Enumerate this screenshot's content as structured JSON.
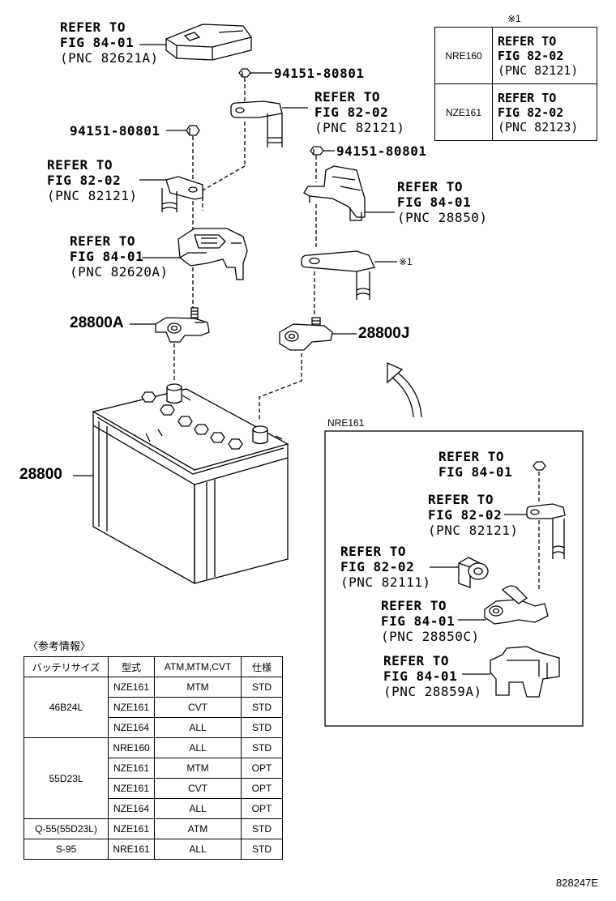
{
  "callouts": {
    "top_refer": {
      "l1": "REFER TO",
      "l2": "FIG 84-01",
      "l3": "(PNC 82621A)"
    },
    "nut1": "94151-80801",
    "upper_mid_refer": {
      "l1": "REFER TO",
      "l2": "FIG 82-02",
      "l3": "(PNC 82121)"
    },
    "nut2": "94151-80801",
    "left_refer": {
      "l1": "REFER TO",
      "l2": "FIG 82-02",
      "l3": "(PNC 82121)"
    },
    "nut3": "94151-80801",
    "right_refer": {
      "l1": "REFER TO",
      "l2": "FIG 84-01",
      "l3": "(PNC 28850)"
    },
    "left_cover_refer": {
      "l1": "REFER TO",
      "l2": "FIG 84-01",
      "l3": "(PNC 82620A)"
    },
    "note_mark": "※1",
    "part_28800A": "28800A",
    "part_28800J": "28800J",
    "part_28800": "28800",
    "diagram_code": "828247E"
  },
  "note_table": {
    "mark": "※1",
    "rows": [
      {
        "model": "NRE160",
        "l1": "REFER TO",
        "l2": "FIG 82-02",
        "l3": "(PNC 82121)"
      },
      {
        "model": "NZE161",
        "l1": "REFER TO",
        "l2": "FIG 82-02",
        "l3": "(PNC 82123)"
      }
    ]
  },
  "inset": {
    "title": "NRE161",
    "c1": {
      "l1": "REFER TO",
      "l2": "FIG 84-01"
    },
    "c2": {
      "l1": "REFER TO",
      "l2": "FIG 82-02",
      "l3": "(PNC 82121)"
    },
    "c3": {
      "l1": "REFER TO",
      "l2": "FIG 82-02",
      "l3": "(PNC 82111)"
    },
    "c4": {
      "l1": "REFER TO",
      "l2": "FIG 84-01",
      "l3": "(PNC 28850C)"
    },
    "c5": {
      "l1": "REFER TO",
      "l2": "FIG 84-01",
      "l3": "(PNC 28859A)"
    }
  },
  "spec_table": {
    "caption": "〈参考情報〉",
    "headers": [
      "バッテリサイズ",
      "型式",
      "ATM,MTM,CVT",
      "仕様"
    ],
    "groups": [
      {
        "size": "46B24L",
        "rows": [
          [
            "NZE161",
            "MTM",
            "STD"
          ],
          [
            "NZE161",
            "CVT",
            "STD"
          ],
          [
            "NZE164",
            "ALL",
            "STD"
          ]
        ]
      },
      {
        "size": "55D23L",
        "rows": [
          [
            "NRE160",
            "ALL",
            "STD"
          ],
          [
            "NZE161",
            "MTM",
            "OPT"
          ],
          [
            "NZE161",
            "CVT",
            "OPT"
          ],
          [
            "NZE164",
            "ALL",
            "OPT"
          ]
        ]
      },
      {
        "size": "Q-55(55D23L)",
        "rows": [
          [
            "NZE161",
            "ATM",
            "STD"
          ]
        ]
      },
      {
        "size": "S-95",
        "rows": [
          [
            "NRE161",
            "ALL",
            "STD"
          ]
        ]
      }
    ]
  }
}
